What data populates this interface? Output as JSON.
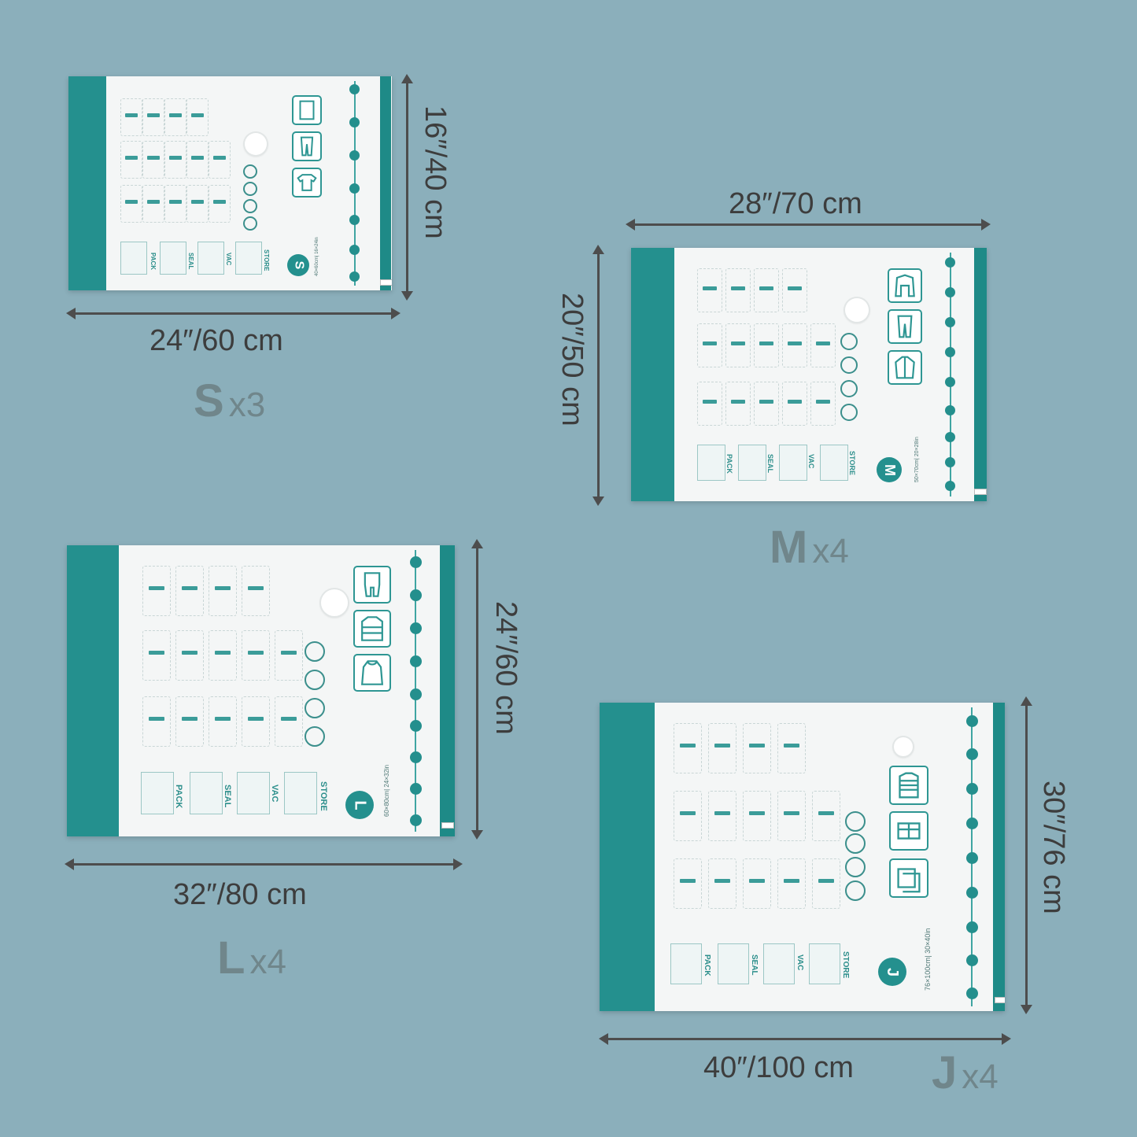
{
  "bags": {
    "s": {
      "width_label": "24″/60 cm",
      "height_label": "16″/40 cm",
      "letter": "S",
      "count": "x3",
      "badge": "S",
      "dims": "40×60cm| 16×24in",
      "steps": [
        "PACK",
        "SEAL",
        "VAC",
        "STORE"
      ]
    },
    "m": {
      "width_label": "28″/70 cm",
      "height_label": "20″/50 cm",
      "letter": "M",
      "count": "x4",
      "badge": "M",
      "dims": "50×70cm| 20×28in",
      "steps": [
        "PACK",
        "SEAL",
        "VAC",
        "STORE"
      ]
    },
    "l": {
      "width_label": "32″/80 cm",
      "height_label": "24″/60 cm",
      "letter": "L",
      "count": "x4",
      "badge": "L",
      "dims": "60×80cm| 24×32in",
      "steps": [
        "PACK",
        "SEAL",
        "VAC",
        "STORE"
      ]
    },
    "j": {
      "width_label": "40″/100 cm",
      "height_label": "30″/76 cm",
      "letter": "J",
      "count": "x4",
      "badge": "J",
      "dims": "76×100cm| 30×40in",
      "steps": [
        "PACK",
        "SEAL",
        "VAC",
        "STORE"
      ]
    }
  },
  "colors": {
    "background": "#8bafbb",
    "teal": "#24908e",
    "arrow": "#4d4d4d",
    "size_label": "#70868b"
  },
  "icons": [
    "vacuum-valve-icon",
    "clothing-icon",
    "no-pests-icon",
    "no-moisture-icon",
    "no-dust-icon"
  ]
}
